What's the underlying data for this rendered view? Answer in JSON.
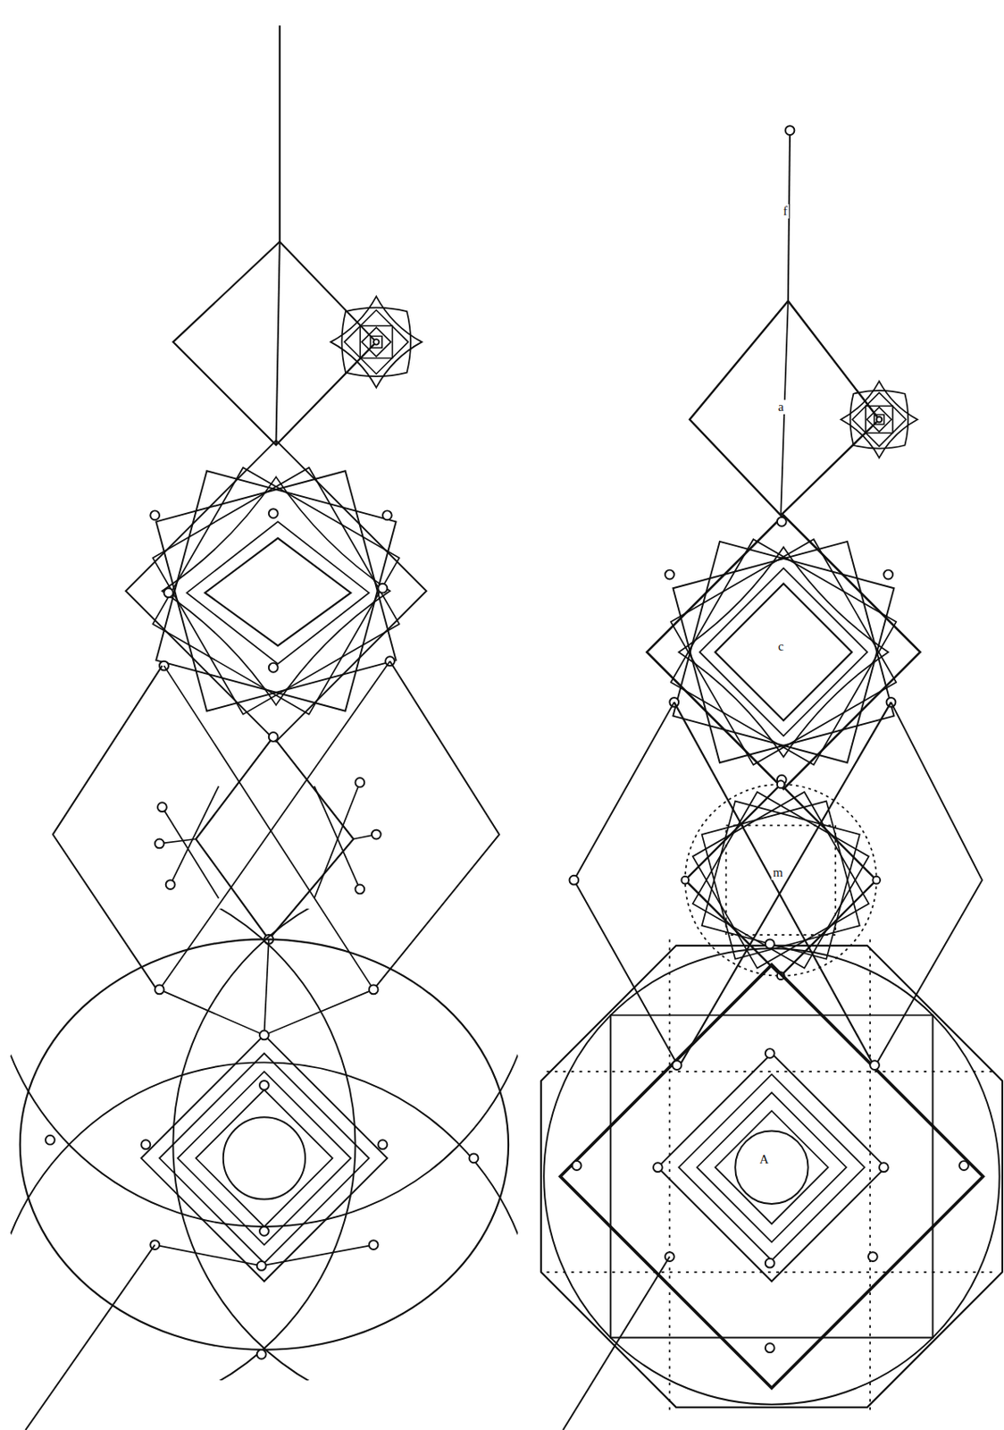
{
  "diagram": {
    "labels": [
      "f",
      "a",
      "c",
      "m",
      "A"
    ]
  }
}
